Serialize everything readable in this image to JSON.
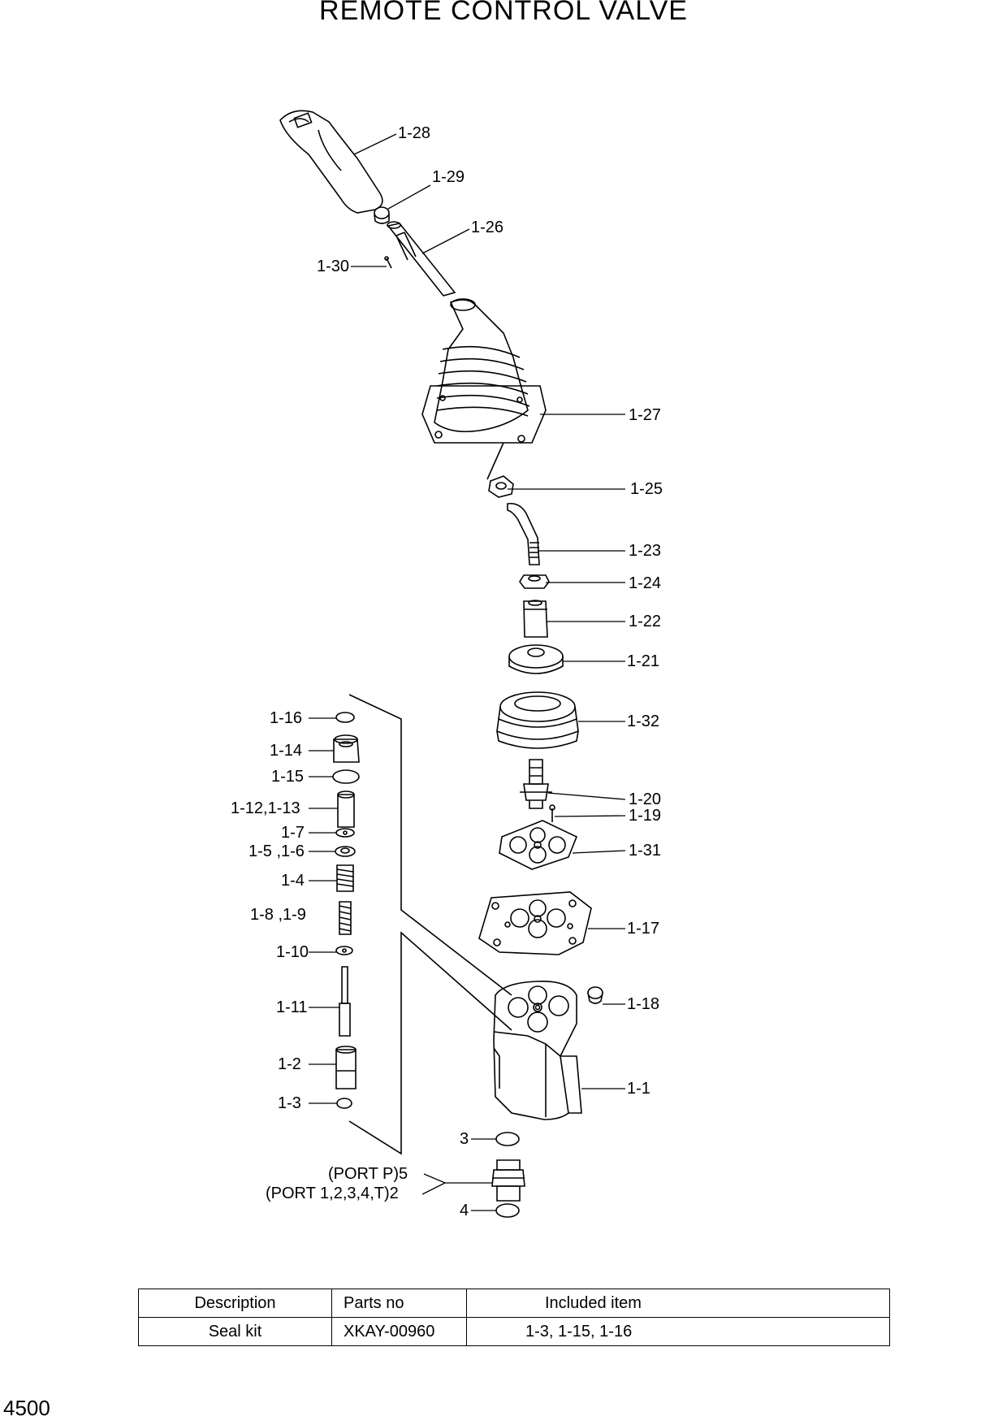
{
  "title": "REMOTE CONTROL VALVE",
  "page_number": "4500",
  "callouts": {
    "p1_28": "1-28",
    "p1_29": "1-29",
    "p1_26": "1-26",
    "p1_30": "1-30",
    "p1_27": "1-27",
    "p1_25": "1-25",
    "p1_23": "1-23",
    "p1_24": "1-24",
    "p1_22": "1-22",
    "p1_21": "1-21",
    "p1_32": "1-32",
    "p1_20": "1-20",
    "p1_19": "1-19",
    "p1_31": "1-31",
    "p1_17": "1-17",
    "p1_18": "1-18",
    "p1_1": "1-1",
    "p3": "3",
    "port_p": "(PORT P)5",
    "port_1234t": "(PORT 1,2,3,4,T)2",
    "p4": "4",
    "p1_16": "1-16",
    "p1_14": "1-14",
    "p1_15": "1-15",
    "p1_12_13": "1-12,1-13",
    "p1_7": "1-7",
    "p1_5_6": "1-5 ,1-6",
    "p1_4": "1-4",
    "p1_8_9": "1-8 ,1-9",
    "p1_10": "1-10",
    "p1_11": "1-11",
    "p1_2": "1-2",
    "p1_3": "1-3"
  },
  "table": {
    "headers": [
      "Description",
      "Parts no",
      "Included item"
    ],
    "rows": [
      [
        "Seal kit",
        "XKAY-00960",
        "1-3, 1-15, 1-16"
      ]
    ]
  }
}
